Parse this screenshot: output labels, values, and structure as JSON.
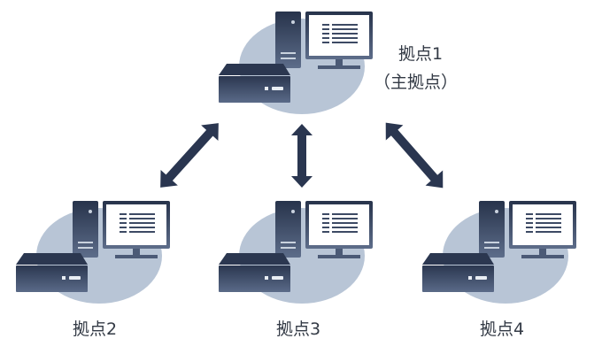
{
  "diagram": {
    "type": "network-topology",
    "colors": {
      "ellipse": "#b8c5d6",
      "device_dark": "#2b3750",
      "device_light": "#5a6a88",
      "screen": "#ffffff",
      "arrow": "#2a3650",
      "text": "#333a45"
    },
    "nodes": [
      {
        "id": "site1",
        "label": "拠点1",
        "sublabel": "（主拠点）",
        "role": "main"
      },
      {
        "id": "site2",
        "label": "拠点2",
        "sublabel": "",
        "role": "branch"
      },
      {
        "id": "site3",
        "label": "拠点3",
        "sublabel": "",
        "role": "branch"
      },
      {
        "id": "site4",
        "label": "拠点4",
        "sublabel": "",
        "role": "branch"
      }
    ],
    "links": [
      {
        "from": "site1",
        "to": "site2",
        "direction": "bidirectional"
      },
      {
        "from": "site1",
        "to": "site3",
        "direction": "bidirectional"
      },
      {
        "from": "site1",
        "to": "site4",
        "direction": "bidirectional"
      }
    ],
    "icons": [
      "pc-tower-icon",
      "monitor-icon",
      "server-box-icon"
    ]
  }
}
